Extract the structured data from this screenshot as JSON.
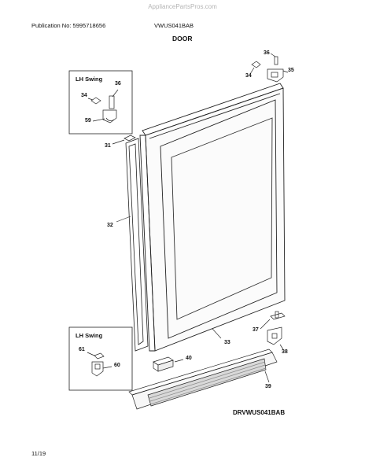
{
  "header": {
    "watermark": "AppliancePartsPros.com",
    "publication": "Publication No: 5995718656",
    "model": "VWUS041BAB",
    "section_title": "DOOR"
  },
  "insets": [
    {
      "title": "LH Swing",
      "callouts": [
        "36",
        "34",
        "59"
      ]
    },
    {
      "title": "LH Swing",
      "callouts": [
        "61",
        "60"
      ]
    }
  ],
  "callouts": {
    "c36_top": "36",
    "c34_top": "34",
    "c35": "35",
    "c31": "31",
    "c32": "32",
    "c33": "33",
    "c37": "37",
    "c38": "38",
    "c40": "40",
    "c39": "39"
  },
  "footer": {
    "drawing_code": "DRVWUS041BAB",
    "date": "11/19"
  }
}
